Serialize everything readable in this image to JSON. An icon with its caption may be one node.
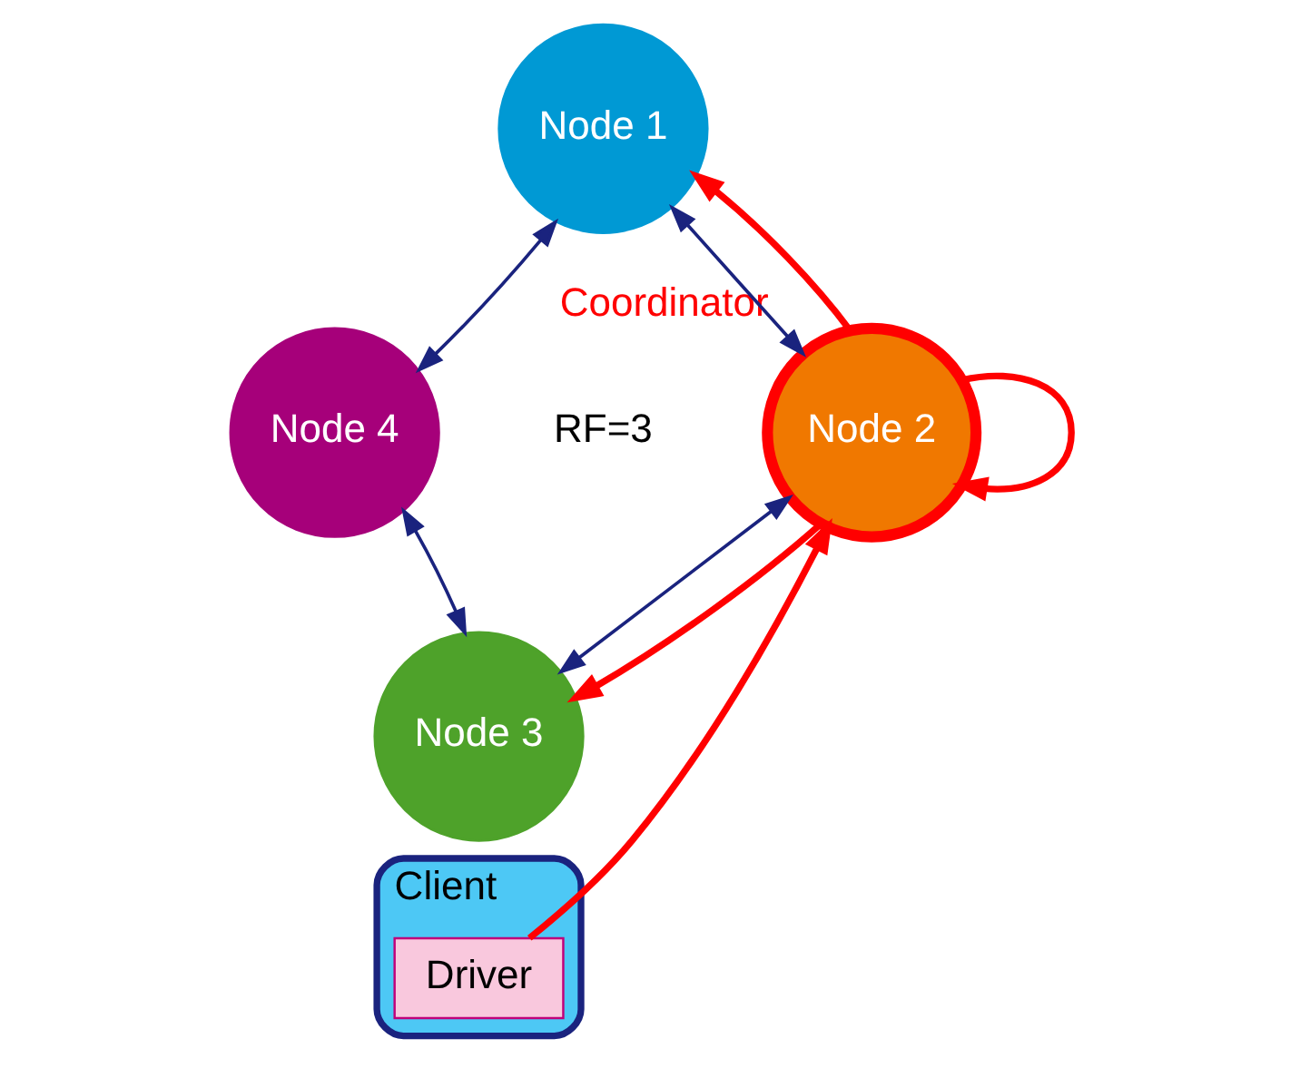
{
  "diagram": {
    "nodes": [
      {
        "text": [
          "Node 1"
        ]
      },
      {
        "text": [
          "Node 2"
        ],
        "beside": [
          "Coordinator"
        ]
      },
      {
        "text": [
          "Node 3"
        ]
      },
      {
        "text": [
          "Node 4"
        ]
      },
      {
        "text": [
          "Client"
        ]
      },
      {
        "text": [
          "Driver"
        ],
        "in": 4
      }
    ],
    "edges": [
      {
        "from": 0,
        "to": 1,
        "arrow": "both"
      },
      {
        "from": 1,
        "to": 2,
        "arrow": "both"
      },
      {
        "from": 2,
        "to": 3,
        "arrow": "both"
      },
      {
        "from": 3,
        "to": 0,
        "arrow": "both"
      },
      {
        "from": 1,
        "to": 0,
        "arrow": "to",
        "style": "thick",
        "color": "#ff0000"
      },
      {
        "from": 1,
        "to": 1,
        "arrow": "to",
        "style": "thick",
        "color": "#ff0000"
      },
      {
        "from": 1,
        "to": 2,
        "arrow": "to",
        "style": "thick",
        "color": "#ff0000"
      },
      {
        "from": 5,
        "to": 1,
        "arrow": "to",
        "style": "thick",
        "color": "#ff0000"
      }
    ],
    "labels": [
      "RF=3"
    ]
  }
}
